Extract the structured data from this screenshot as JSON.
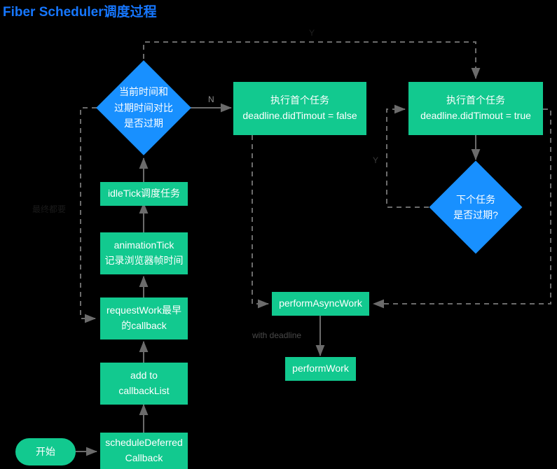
{
  "title": "Fiber Scheduler调度过程",
  "colors": {
    "background": "#000000",
    "title": "#1677ff",
    "process": "#12c98f",
    "decision": "#1890ff",
    "edge": "#6b6b6b",
    "edge_label": "#8c8c8c",
    "node_text": "#ffffff"
  },
  "nodes": {
    "start": {
      "label": "开始",
      "shape": "pill"
    },
    "schedule_deferred_callback": {
      "line1": "scheduleDeferred",
      "line2": "Callback",
      "shape": "rect"
    },
    "add_to_callback_list": {
      "line1": "add to",
      "line2": "callbackList",
      "shape": "rect"
    },
    "request_work": {
      "line1": "requestWork最早",
      "line2": "的callback",
      "shape": "rect"
    },
    "animation_tick": {
      "line1": "animationTick",
      "line2": "记录浏览器帧时间",
      "shape": "rect"
    },
    "idle_tick": {
      "line1": "idleTick调度任务",
      "shape": "rect"
    },
    "compare_time": {
      "line1": "当前时间和",
      "line2": "过期时间对比",
      "line3": "是否过期",
      "shape": "diamond"
    },
    "run_first_task_false": {
      "line1": "执行首个任务",
      "line2": "deadline.didTimout = false",
      "shape": "rect"
    },
    "run_first_task_true": {
      "line1": "执行首个任务",
      "line2": "deadline.didTimout = true",
      "shape": "rect"
    },
    "next_task_expired": {
      "line1": "下个任务",
      "line2": "是否过期?",
      "shape": "diamond"
    },
    "perform_async_work": {
      "line1": "performAsyncWork",
      "shape": "rect"
    },
    "perform_work": {
      "line1": "performWork",
      "shape": "rect"
    }
  },
  "edge_labels": {
    "y_top": "Y",
    "n_right": "N",
    "y_middle": "Y",
    "with_deadline": "with deadline",
    "eventually": "最终都要"
  }
}
